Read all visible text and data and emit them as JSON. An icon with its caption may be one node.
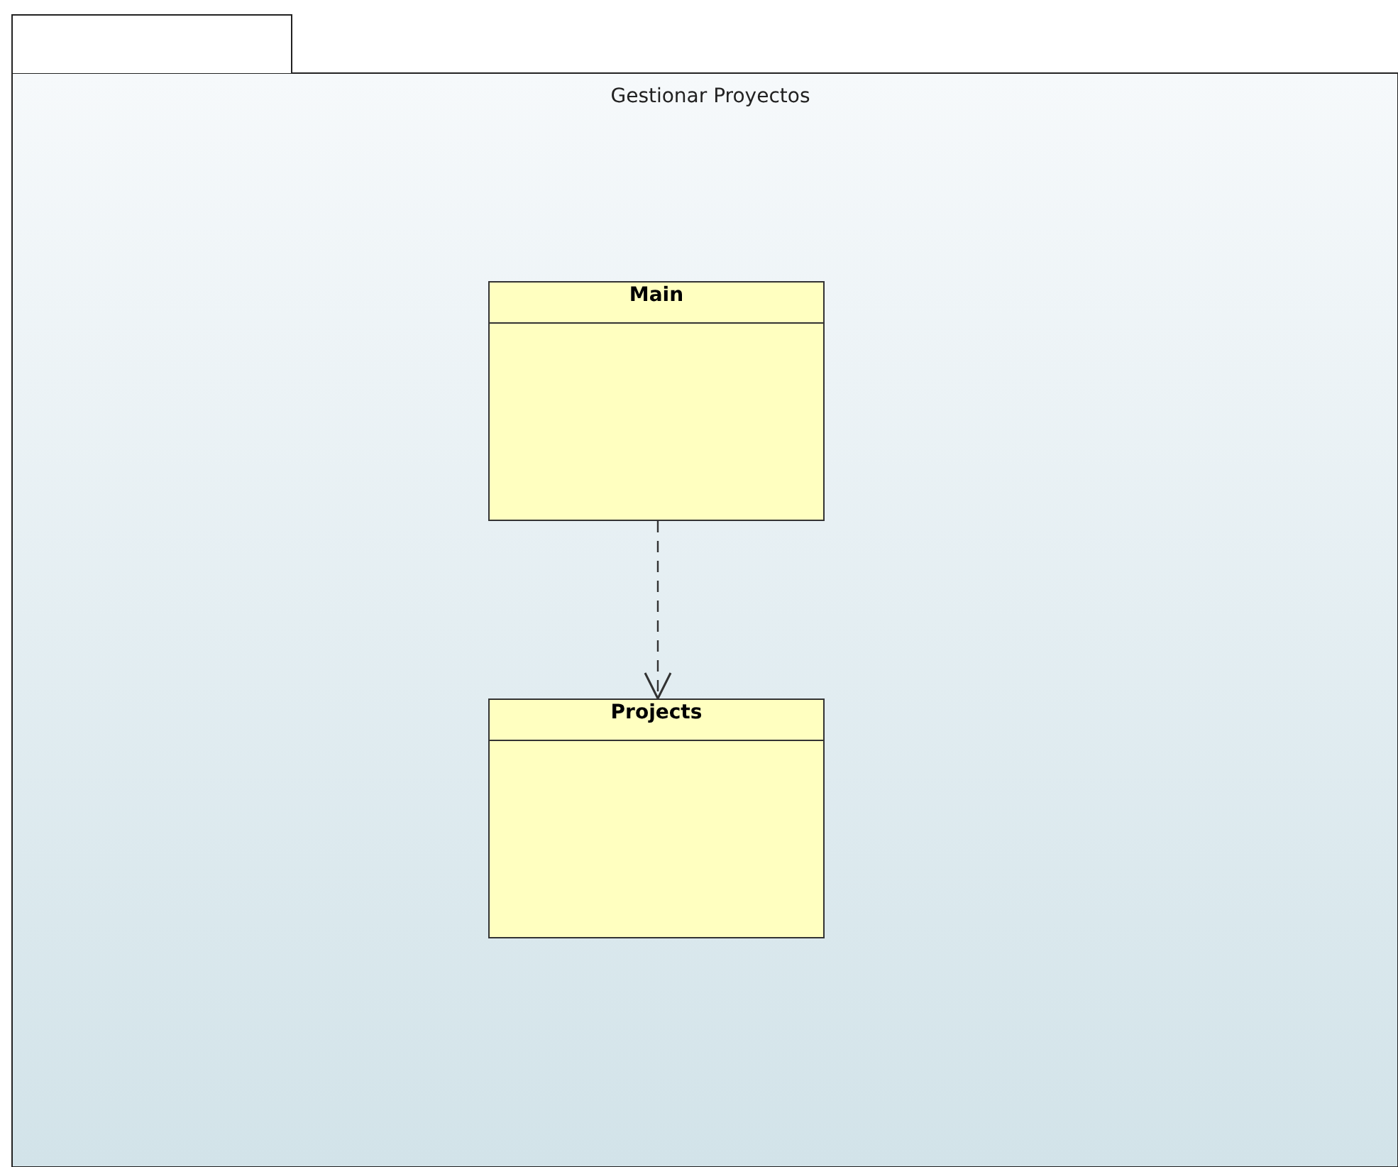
{
  "diagram": {
    "nodes": [
      {
        "text": [
          "Gestionar Proyectos"
        ]
      },
      {
        "text": [
          "Main"
        ],
        "in": 0
      },
      {
        "text": [
          "Projects"
        ],
        "in": 0
      }
    ],
    "edges": [
      {
        "from": 1,
        "to": 2,
        "arrow": "to",
        "style": "dashed"
      }
    ]
  }
}
